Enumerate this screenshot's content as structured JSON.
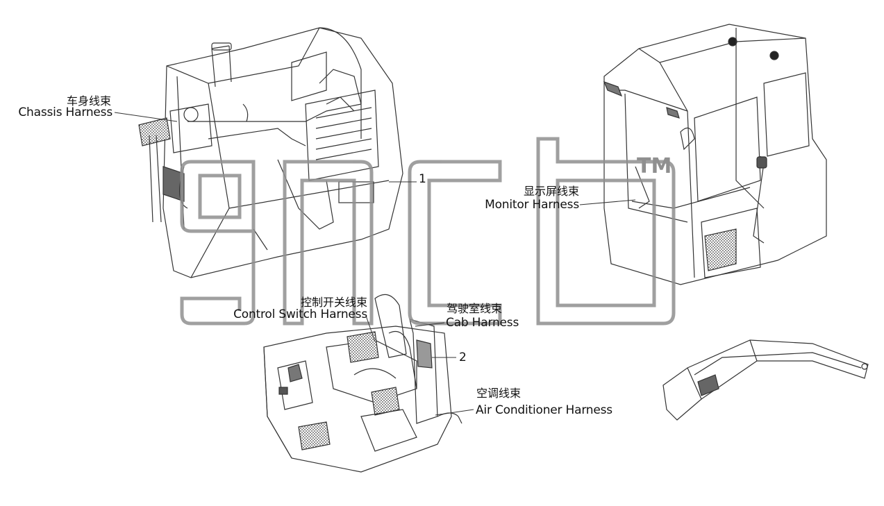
{
  "labels": {
    "chassis": {
      "cn": "车身线束",
      "en": "Chassis Harness"
    },
    "monitor": {
      "cn": "显示屏线束",
      "en": "Monitor Harness"
    },
    "control_switch": {
      "cn": "控制开关线束",
      "en": "Control Switch Harness"
    },
    "cab": {
      "cn": "驾驶室线束",
      "en": "Cab Harness"
    },
    "air_conditioner": {
      "cn": "空调线束",
      "en": "Air Conditioner Harness"
    }
  },
  "callouts": {
    "one": "1",
    "two": "2"
  },
  "watermark": {
    "trademark": "TM"
  },
  "colors": {
    "line": "#333333",
    "watermark": "#9a9a9a",
    "hatch": "#555555"
  }
}
